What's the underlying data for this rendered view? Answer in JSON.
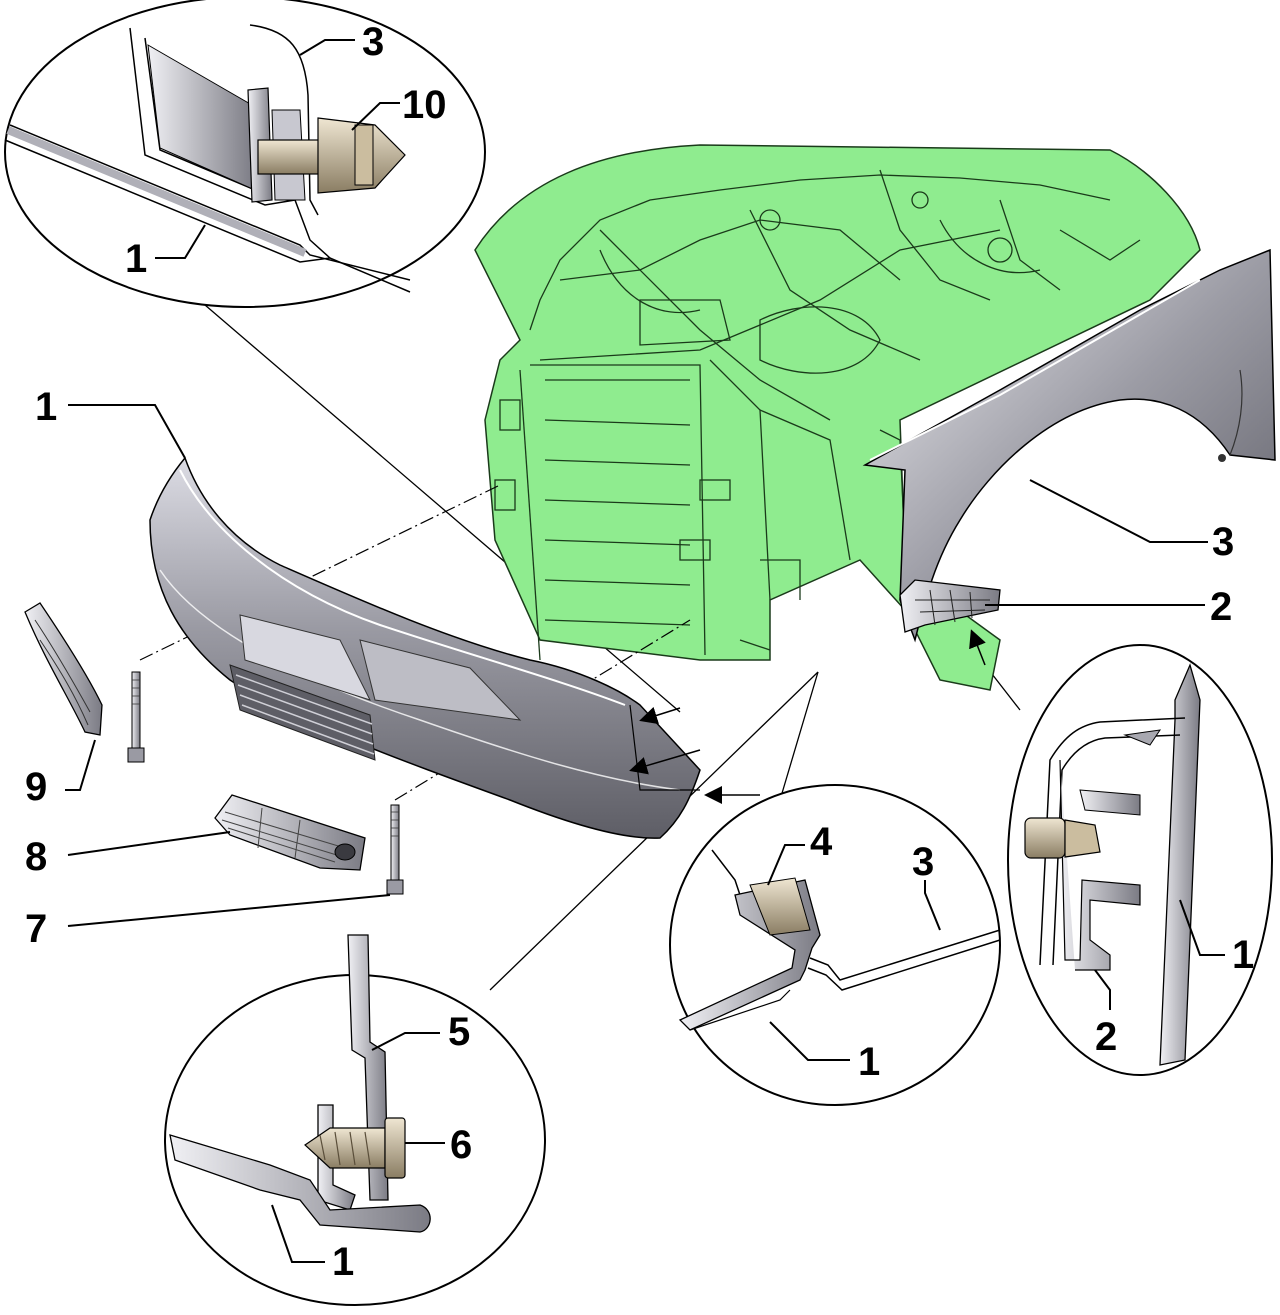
{
  "colors": {
    "engine_bay": "#8fec8f",
    "engine_bay_stroke": "#1a3a1a",
    "part_dark": "#6f6f77",
    "part_mid": "#a8a8b0",
    "part_light": "#e6e6ec",
    "fastener": "#b9ab8f",
    "line": "#000000"
  },
  "callouts": {
    "detail_top_left": {
      "top": "3",
      "right": "10",
      "bottom": "1"
    },
    "main": {
      "bumper": "1",
      "fender": "3",
      "bracket": "2",
      "trim_strip": "9",
      "grille": "8",
      "bolt": "7"
    },
    "detail_bottom_left": {
      "bracket": "5",
      "screw": "6",
      "bumper": "1"
    },
    "detail_bottom_middle": {
      "clip": "4",
      "fender": "3",
      "bumper": "1"
    },
    "detail_right": {
      "bumper": "1",
      "bracket": "2"
    }
  },
  "icons": {
    "pointer_arrow": "arrow-left-icon"
  }
}
